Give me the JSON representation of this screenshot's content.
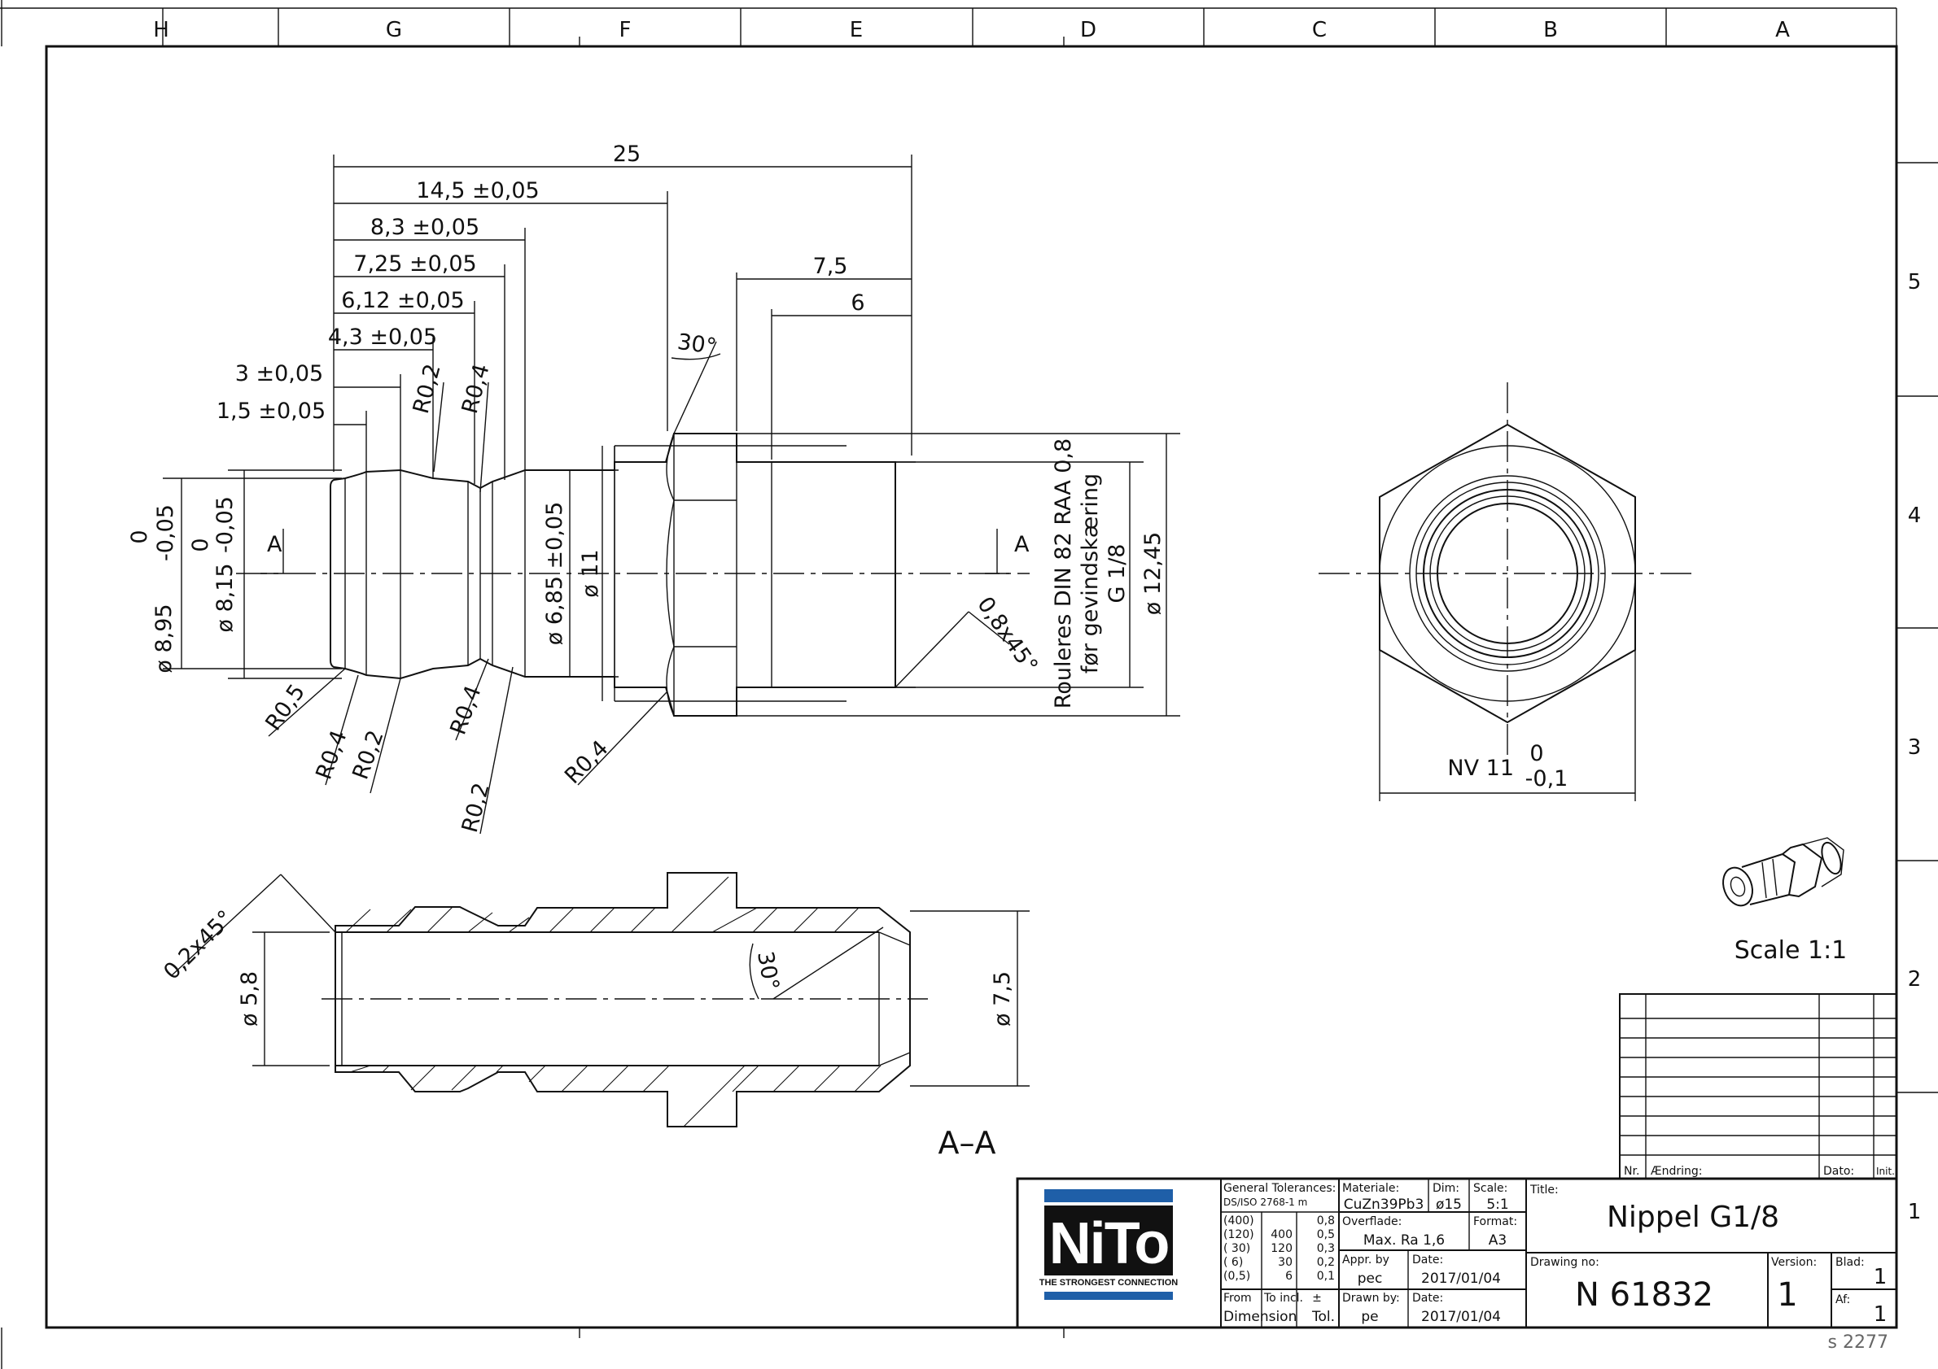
{
  "zones": {
    "columns": [
      "H",
      "G",
      "F",
      "E",
      "D",
      "C",
      "B",
      "A"
    ],
    "rows": [
      "5",
      "4",
      "3",
      "2",
      "1"
    ]
  },
  "dims": {
    "d25": "25",
    "d145": "14,5 ±0,05",
    "d83": "8,3 ±0,05",
    "d725": "7,25 ±0,05",
    "d612": "6,12 ±0,05",
    "d43": "4,3 ±0,05",
    "d3": "3 ±0,05",
    "d15": "1,5 ±0,05",
    "d75": "7,5",
    "d6": "6",
    "ang30_top": "30°",
    "r02_a": "R0,2",
    "r04_a": "R0,4",
    "r05": "R0,5",
    "r04_b": "R0,4",
    "r02_b": "R0,2",
    "r04_c": "R0,4",
    "r02_c": "R0,2",
    "r04_d": "R0,4",
    "dia895": "ø 8,95",
    "dia895_tol_up": "0",
    "dia895_tol_low": "-0,05",
    "dia815": "ø 8,15",
    "dia815_tol_up": "0",
    "dia815_tol_low": "-0,05",
    "dia685": "ø 6,85 ±0,05",
    "dia11": "ø 11",
    "dia1245": "ø 12,45",
    "chamfer08": "0,8x45°",
    "thread_note_1": "Rouleres DIN 82 RAA 0,8",
    "thread_note_2": "før gevindskæring",
    "thread_note_3": "G 1/8",
    "section_mark": "A",
    "nv11": "NV 11",
    "nv_tol_up": "0",
    "nv_tol_low": "-0,1",
    "chamfer02": "0,2x45°",
    "dia58": "ø 5,8",
    "ang30_sec": "30°",
    "dia75": "ø 7,5",
    "section_title": "A–A",
    "scale_note": "Scale  1:1"
  },
  "revision_table": {
    "headers": [
      "Nr.",
      "Ændring:",
      "Dato:",
      "Init."
    ]
  },
  "title_block": {
    "logo_text": "NiTo",
    "logo_tagline": "THE STRONGEST CONNECTION",
    "gen_tol_label": "General Tolerances:",
    "gen_tol_std": "DS/ISO 2768-1 m",
    "tol_rows": [
      [
        "(400)",
        "",
        "0,8"
      ],
      [
        "(120)",
        "400",
        "0,5"
      ],
      [
        "( 30)",
        "120",
        "0,3"
      ],
      [
        "(  6)",
        "30",
        "0,2"
      ],
      [
        "(0,5)",
        "6",
        "0,1"
      ]
    ],
    "from_label": "From",
    "to_incl_label": "To incl.",
    "pm_label": "±",
    "dimension_label": "Dimension",
    "tol_label": "Tol.",
    "material_label": "Materiale:",
    "material": "CuZn39Pb3",
    "dim_label": "Dim:",
    "dim": "ø15",
    "scale_label": "Scale:",
    "scale": "5:1",
    "surface_label": "Overflade:",
    "surface": "Max. Ra 1,6",
    "format_label": "Format:",
    "format": "A3",
    "appr_label": "Appr. by",
    "appr": "pec",
    "date_label": "Date:",
    "date1": "2017/01/04",
    "drawn_label": "Drawn by:",
    "drawn": "pe",
    "date_label2": "Date:",
    "date2": "2017/01/04",
    "title_label": "Title:",
    "title": "Nippel  G1/8",
    "drawing_no_label": "Drawing no:",
    "drawing_no": "N  61832",
    "version_label": "Version:",
    "version": "1",
    "blad_label": "Blad:",
    "blad": "1",
    "af_label": "Af:",
    "af": "1"
  },
  "sheet_code": "s  2277"
}
